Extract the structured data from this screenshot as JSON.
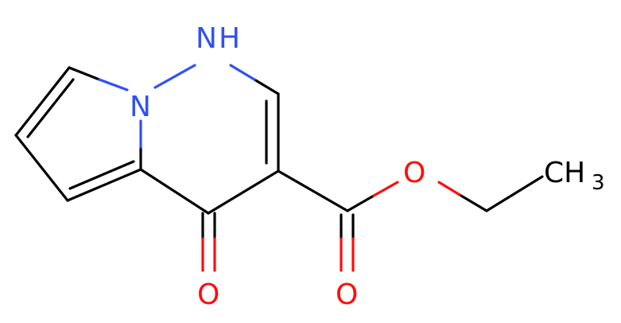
{
  "atoms": {
    "nh_label": "N",
    "h_label": "H",
    "n_label": "N",
    "o_ester_label": "O",
    "o_carbonyl_ester_label": "O",
    "o_ketone_label": "O",
    "ch3_label": "CH",
    "ch3_subscript": "3"
  },
  "colors": {
    "nitrogen": "#3050F8",
    "oxygen": "#FF0D0D",
    "carbon": "#000000"
  }
}
